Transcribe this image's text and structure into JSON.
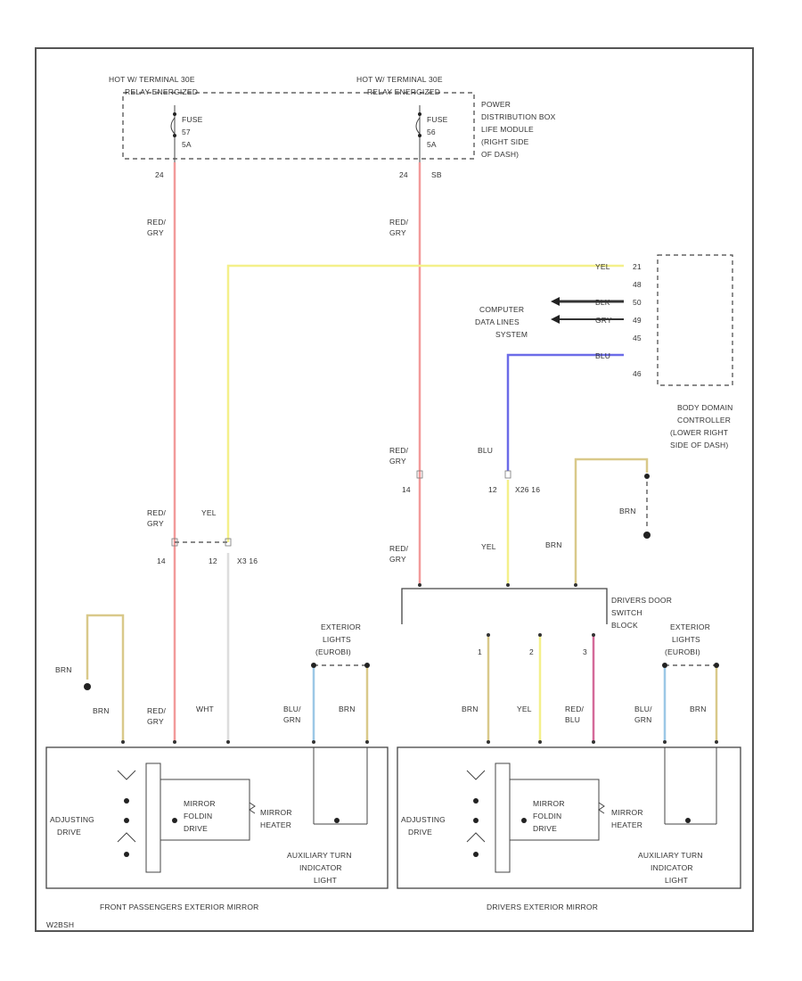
{
  "colors": {
    "red_gry": "#f29a9a",
    "yel": "#f4f08a",
    "blu": "#6b6be8",
    "brn": "#d9c98a",
    "wht": "#dddddd",
    "blu_grn": "#9cc8e6",
    "red_blu": "#d46a9a",
    "black": "#333333"
  },
  "top_left": {
    "hot_label_1": "HOT W/ TERMINAL 30E",
    "hot_label_2": "RELAY ENERGIZED",
    "fuse_1": "FUSE",
    "fuse_2": "57",
    "fuse_3": "5A",
    "pin": "24"
  },
  "top_right": {
    "hot_label_1": "HOT W/ TERMINAL 30E",
    "hot_label_2": "RELAY ENERGIZED",
    "fuse_1": "FUSE",
    "fuse_2": "56",
    "fuse_3": "5A",
    "pin_a": "24",
    "pin_b": "SB"
  },
  "power_box": {
    "l1": "POWER",
    "l2": "DISTRIBUTION BOX",
    "l3": "LIFE MODULE",
    "l4": "(RIGHT SIDE",
    "l5": "OF DASH)"
  },
  "wires": {
    "red_gry_1": "RED/",
    "red_gry_2": "GRY",
    "yel": "YEL",
    "blu": "BLU",
    "brn": "BRN",
    "wht": "WHT",
    "blu_grn_1": "BLU/",
    "blu_grn_2": "GRN",
    "red_blu_1": "RED/",
    "red_blu_2": "BLU",
    "blk": "BLK",
    "gry": "GRY"
  },
  "bdc": {
    "pin_yel": "21",
    "p2": "48",
    "p3": "50",
    "p4": "49",
    "p5": "45",
    "p6": "46",
    "l1": "BODY DOMAIN",
    "l2": "CONTROLLER",
    "l3": "(LOWER RIGHT",
    "l4": "SIDE OF DASH)"
  },
  "computer": {
    "l1": "COMPUTER",
    "l2": "DATA LINES",
    "l3": "SYSTEM"
  },
  "pins": {
    "p14": "14",
    "p12": "12",
    "x3": "X3 16",
    "x26": "X26 16",
    "p1": "1",
    "p2": "2",
    "p3": "3"
  },
  "door_switch": {
    "l1": "DRIVERS DOOR",
    "l2": "SWITCH",
    "l3": "BLOCK"
  },
  "ext_lights": {
    "l1": "EXTERIOR",
    "l2": "LIGHTS",
    "l3": "(EUROBI)"
  },
  "mirror": {
    "adjusting_1": "ADJUSTING",
    "adjusting_2": "DRIVE",
    "folding_1": "MIRROR",
    "folding_2": "FOLDIN",
    "folding_3": "DRIVE",
    "heater_1": "MIRROR",
    "heater_2": "HEATER",
    "turn_1": "AUXILIARY TURN",
    "turn_2": "INDICATOR",
    "turn_3": "LIGHT"
  },
  "captions": {
    "left": "FRONT PASSENGERS EXTERIOR MIRROR",
    "right": "DRIVERS EXTERIOR MIRROR"
  },
  "footer_code": "W2BSH"
}
